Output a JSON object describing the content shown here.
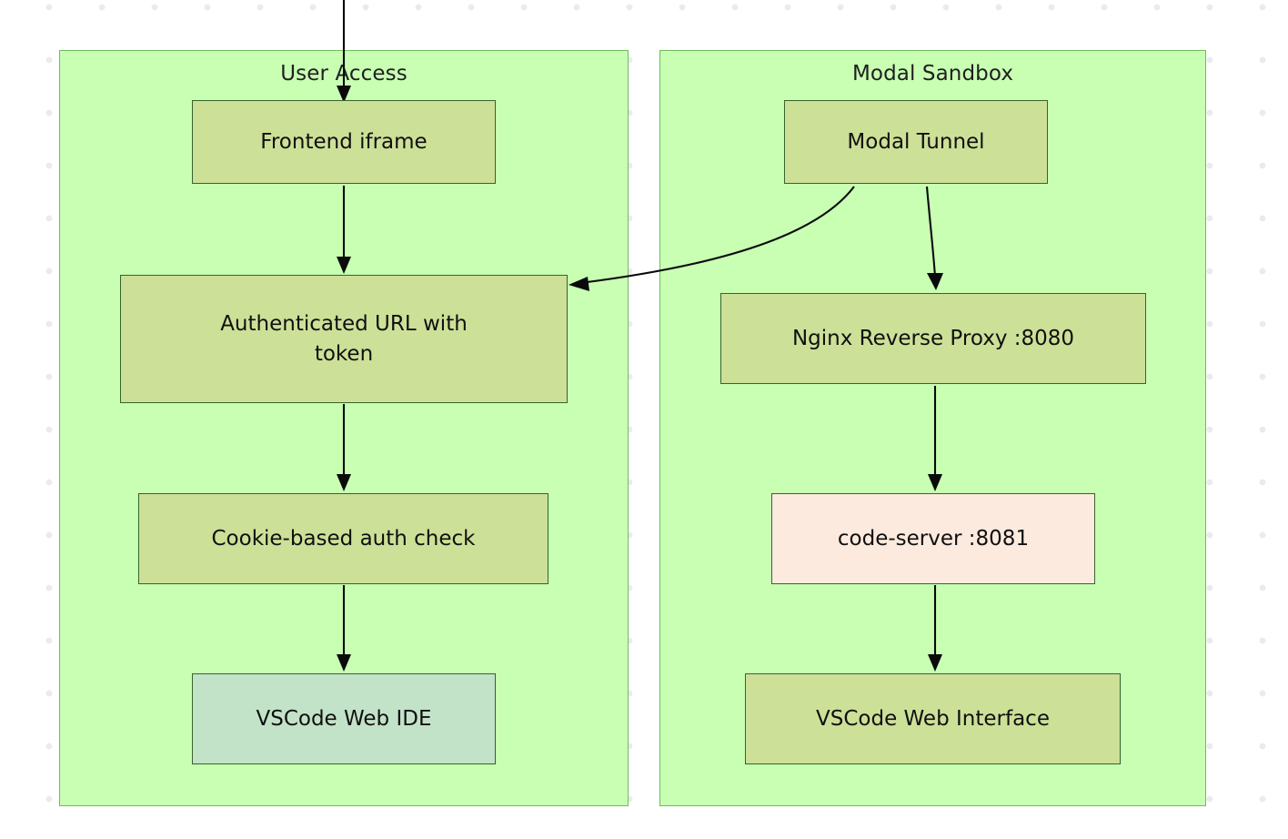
{
  "diagram": {
    "type": "flowchart",
    "direction": "top-to-bottom",
    "background": "#ffffff",
    "grid_dots_color": "#ebebeb",
    "colors": {
      "subgraph_fill": "#c8ffb3",
      "subgraph_border": "#6ebd5c",
      "node_fill_olive": "#cde098",
      "node_fill_peach": "#fdeade",
      "node_fill_teal": "#c3e3c8",
      "node_border": "#36642a",
      "edge_stroke": "#0a0a0a",
      "text": "#101010"
    },
    "subgraphs": [
      {
        "id": "user-access",
        "title": "User Access",
        "nodes": [
          {
            "id": "frontend-iframe",
            "label": "Frontend iframe",
            "fill": "olive"
          },
          {
            "id": "authenticated-url",
            "label": "Authenticated URL with token",
            "fill": "olive"
          },
          {
            "id": "cookie-auth",
            "label": "Cookie-based auth check",
            "fill": "olive"
          },
          {
            "id": "vscode-web-ide",
            "label": "VSCode Web IDE",
            "fill": "teal"
          }
        ]
      },
      {
        "id": "modal-sandbox",
        "title": "Modal Sandbox",
        "nodes": [
          {
            "id": "modal-tunnel",
            "label": "Modal Tunnel",
            "fill": "olive"
          },
          {
            "id": "nginx-reverse-proxy",
            "label": "Nginx Reverse Proxy :8080",
            "fill": "olive"
          },
          {
            "id": "code-server",
            "label": "code-server :8081",
            "fill": "peach"
          },
          {
            "id": "vscode-web-interface",
            "label": "VSCode Web Interface",
            "fill": "olive"
          }
        ]
      }
    ],
    "edges": [
      {
        "id": "edge-external-to-frontend",
        "from": "external",
        "to": "frontend-iframe",
        "style": "straight"
      },
      {
        "id": "edge-frontend-to-authurl",
        "from": "frontend-iframe",
        "to": "authenticated-url",
        "style": "straight"
      },
      {
        "id": "edge-authurl-to-cookie",
        "from": "authenticated-url",
        "to": "cookie-auth",
        "style": "straight"
      },
      {
        "id": "edge-cookie-to-ide",
        "from": "cookie-auth",
        "to": "vscode-web-ide",
        "style": "straight"
      },
      {
        "id": "edge-tunnel-to-authurl",
        "from": "modal-tunnel",
        "to": "authenticated-url",
        "style": "curved"
      },
      {
        "id": "edge-tunnel-to-nginx",
        "from": "modal-tunnel",
        "to": "nginx-reverse-proxy",
        "style": "curved"
      },
      {
        "id": "edge-nginx-to-codeserver",
        "from": "nginx-reverse-proxy",
        "to": "code-server",
        "style": "straight"
      },
      {
        "id": "edge-codeserver-to-vscode",
        "from": "code-server",
        "to": "vscode-web-interface",
        "style": "straight"
      }
    ]
  }
}
